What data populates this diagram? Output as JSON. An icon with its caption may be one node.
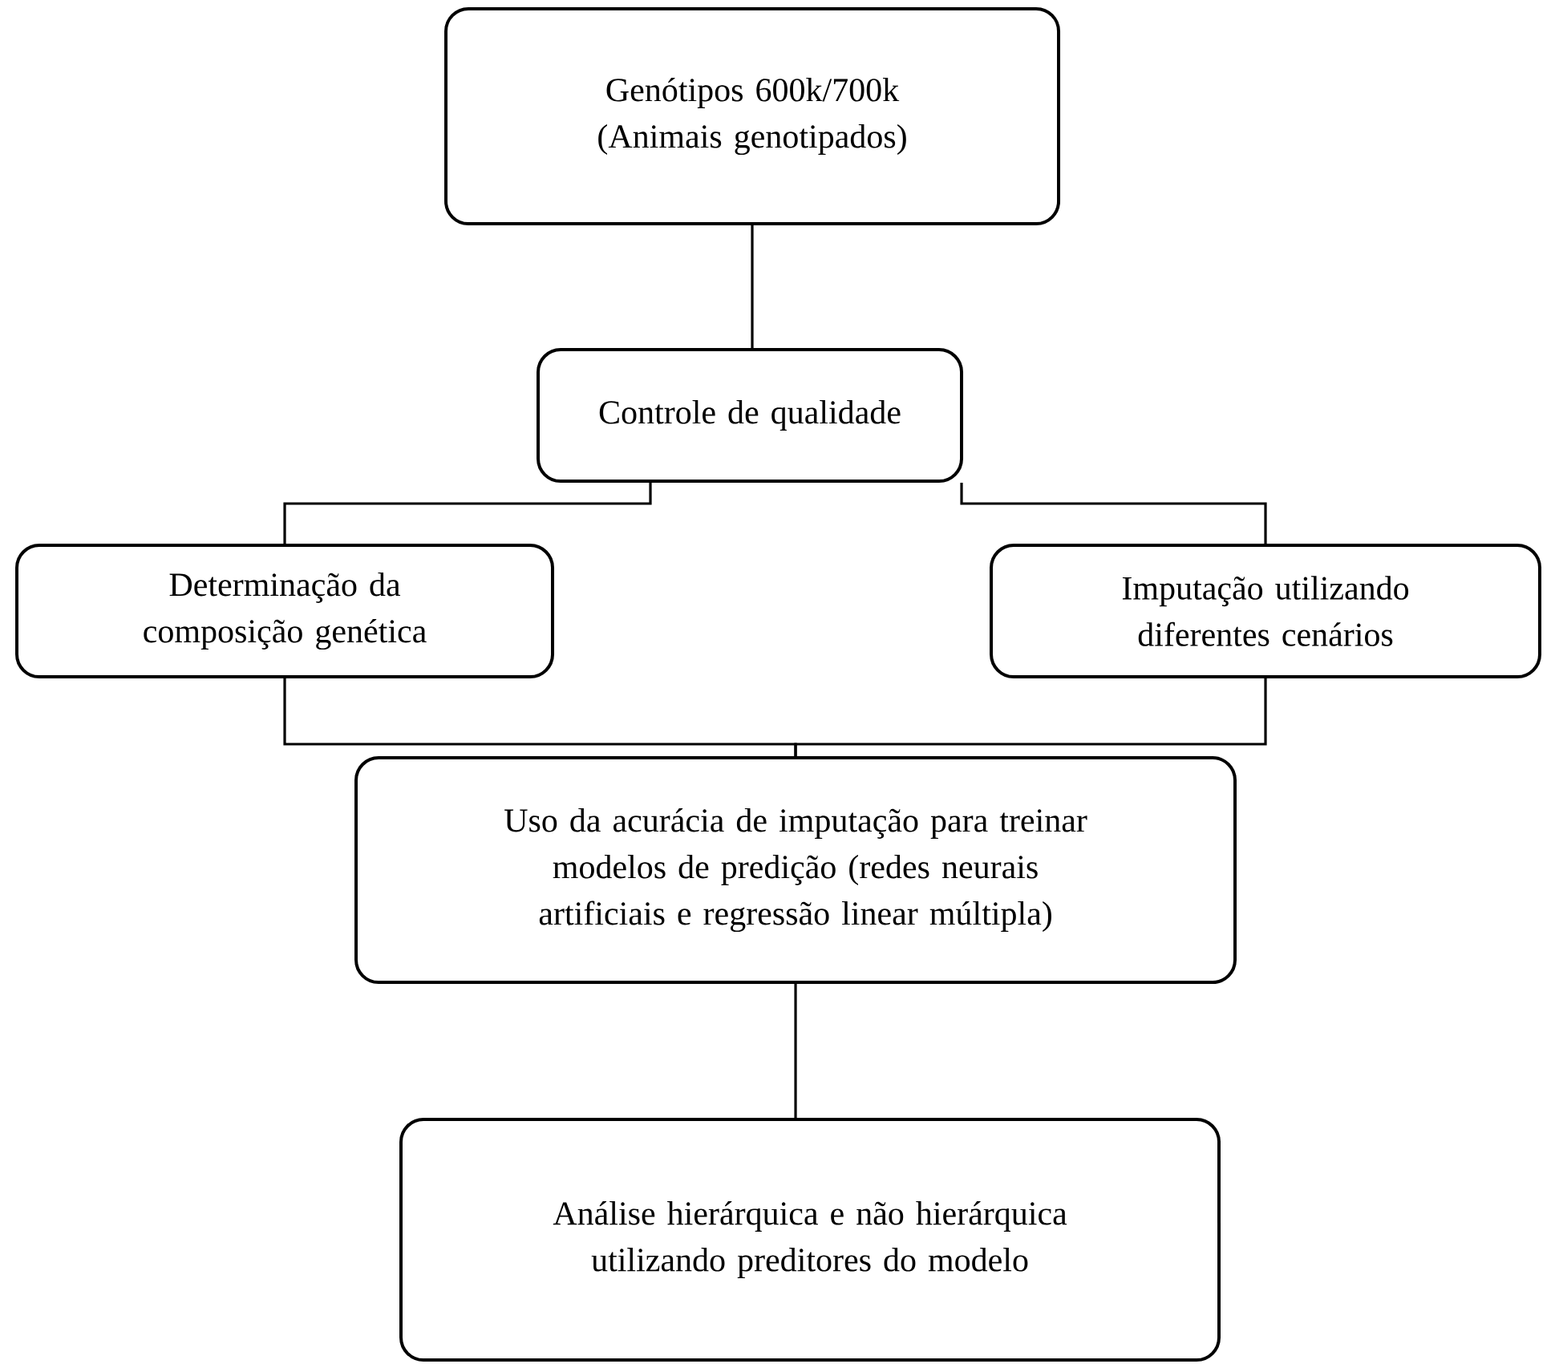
{
  "diagram": {
    "nodes": [
      {
        "text": [
          "Genótipos 600k/700k (Animais genotipados)"
        ]
      },
      {
        "text": [
          "Controle de qualidade"
        ]
      },
      {
        "text": [
          "Determinação da composição genética"
        ]
      },
      {
        "text": [
          "Imputação utilizando diferentes cenários"
        ]
      },
      {
        "text": [
          "Uso da acurácia de imputação para treinar modelos de predição (redes neurais artificiais e regressão linear múltipla)"
        ]
      },
      {
        "text": [
          "Análise hierárquica e não hierárquica utilizando preditores do modelo"
        ]
      }
    ],
    "edges": [
      {
        "from": 0,
        "to": 1,
        "arrow": "none"
      },
      {
        "from": 1,
        "to": 2,
        "arrow": "none"
      },
      {
        "from": 1,
        "to": 3,
        "arrow": "none"
      },
      {
        "from": 2,
        "to": 4,
        "arrow": "none"
      },
      {
        "from": 3,
        "to": 4,
        "arrow": "none"
      },
      {
        "from": 4,
        "to": 5,
        "arrow": "none"
      }
    ]
  }
}
